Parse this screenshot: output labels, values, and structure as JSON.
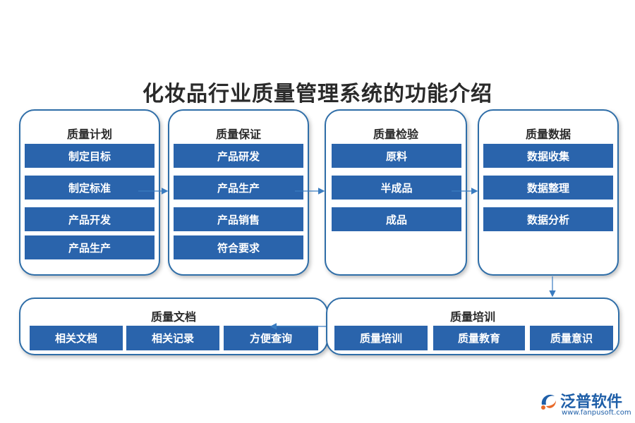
{
  "title": "化妆品行业质量管理系统的功能介绍",
  "panels": [
    {
      "title": "质量计划",
      "items": [
        "制定目标",
        "制定标准",
        "产品开发",
        "产品生产"
      ]
    },
    {
      "title": "质量保证",
      "items": [
        "产品研发",
        "产品生产",
        "产品销售",
        "符合要求"
      ]
    },
    {
      "title": "质量检验",
      "items": [
        "原料",
        "半成品",
        "成品"
      ]
    },
    {
      "title": "质量数据",
      "items": [
        "数据收集",
        "数据整理",
        "数据分析"
      ]
    },
    {
      "title": "质量文档",
      "items": [
        "相关文档",
        "相关记录",
        "方便查询"
      ]
    },
    {
      "title": "质量培训",
      "items": [
        "质量培训",
        "质量教育",
        "质量意识"
      ]
    }
  ],
  "logo": {
    "name": "泛普软件",
    "url": "www.fanpusoft.com",
    "icon": "fanpu-logo-icon"
  },
  "colors": {
    "item_fill": "#2a64ac",
    "border": "#2f6ea8",
    "arrow": "#3a7cc0",
    "logo": "#1f5fa8"
  }
}
